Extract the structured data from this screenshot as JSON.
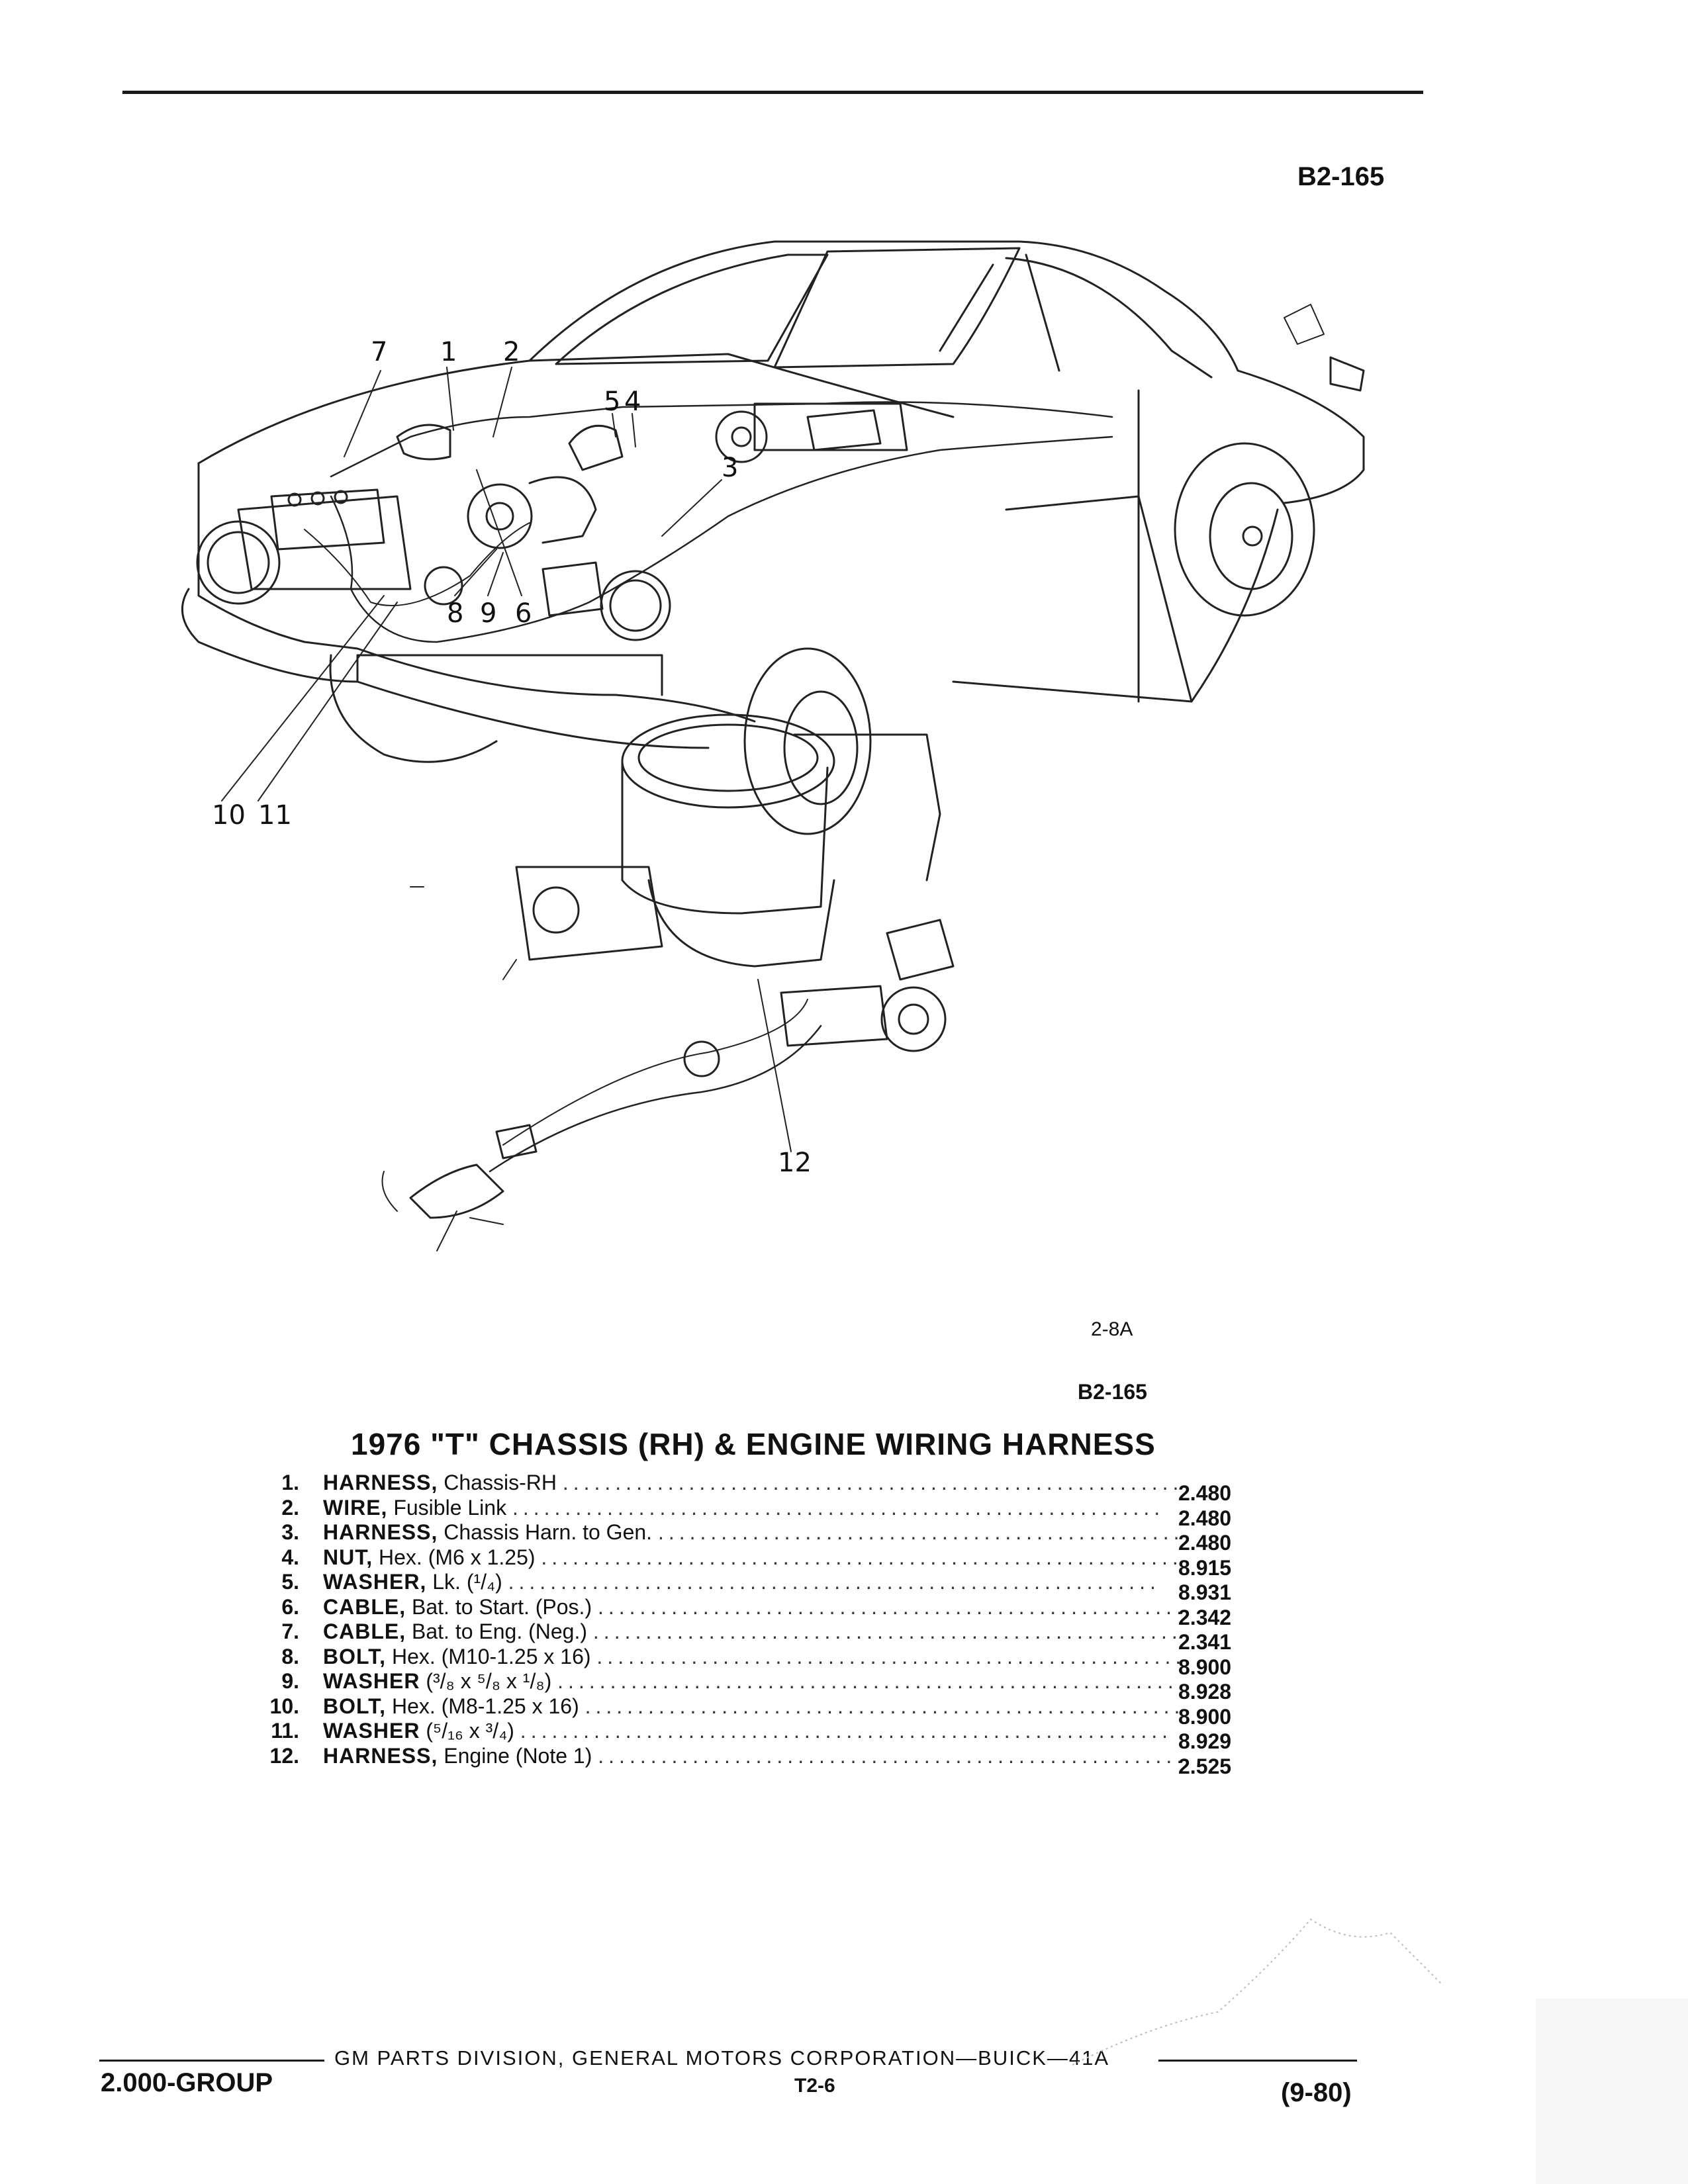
{
  "header": {
    "page_code": "B2-165"
  },
  "illustration": {
    "callouts": [
      "7",
      "1",
      "2",
      "5",
      "4",
      "3",
      "8",
      "9",
      "6",
      "10",
      "11",
      "12"
    ],
    "figure_number": "2-8A"
  },
  "catalog": {
    "ref_code": "B2-165",
    "title": "1976 \"T\" CHASSIS (RH) & ENGINE WIRING HARNESS",
    "parts": [
      {
        "num": "1.",
        "name": "HARNESS,",
        "desc": "Chassis-RH",
        "code": "2.480"
      },
      {
        "num": "2.",
        "name": "WIRE,",
        "desc": "Fusible Link",
        "code": "2.480"
      },
      {
        "num": "3.",
        "name": "HARNESS,",
        "desc": "Chassis Harn. to Gen.",
        "code": "2.480"
      },
      {
        "num": "4.",
        "name": "NUT,",
        "desc": "Hex. (M6 x 1.25)",
        "code": "8.915"
      },
      {
        "num": "5.",
        "name": "WASHER,",
        "desc": "Lk. (¹/₄)",
        "code": "8.931"
      },
      {
        "num": "6.",
        "name": "CABLE,",
        "desc": "Bat. to Start. (Pos.)",
        "code": "2.342"
      },
      {
        "num": "7.",
        "name": "CABLE,",
        "desc": "Bat. to Eng. (Neg.)",
        "code": "2.341"
      },
      {
        "num": "8.",
        "name": "BOLT,",
        "desc": "Hex. (M10-1.25 x 16)",
        "code": "8.900"
      },
      {
        "num": "9.",
        "name": "WASHER",
        "desc": "(³/₈ x ⁵/₈ x ¹/₈)",
        "code": "8.928"
      },
      {
        "num": "10.",
        "name": "BOLT,",
        "desc": "Hex. (M8-1.25 x 16)",
        "code": "8.900"
      },
      {
        "num": "11.",
        "name": "WASHER",
        "desc": "(⁵/₁₆ x ³/₄)",
        "code": "8.929"
      },
      {
        "num": "12.",
        "name": "HARNESS,",
        "desc": "Engine (Note 1)",
        "code": "2.525"
      }
    ]
  },
  "footer": {
    "publisher": "GM PARTS DIVISION, GENERAL MOTORS CORPORATION—BUICK—41A",
    "group": "2.000-GROUP",
    "page": "T2-6",
    "date": "(9-80)"
  }
}
